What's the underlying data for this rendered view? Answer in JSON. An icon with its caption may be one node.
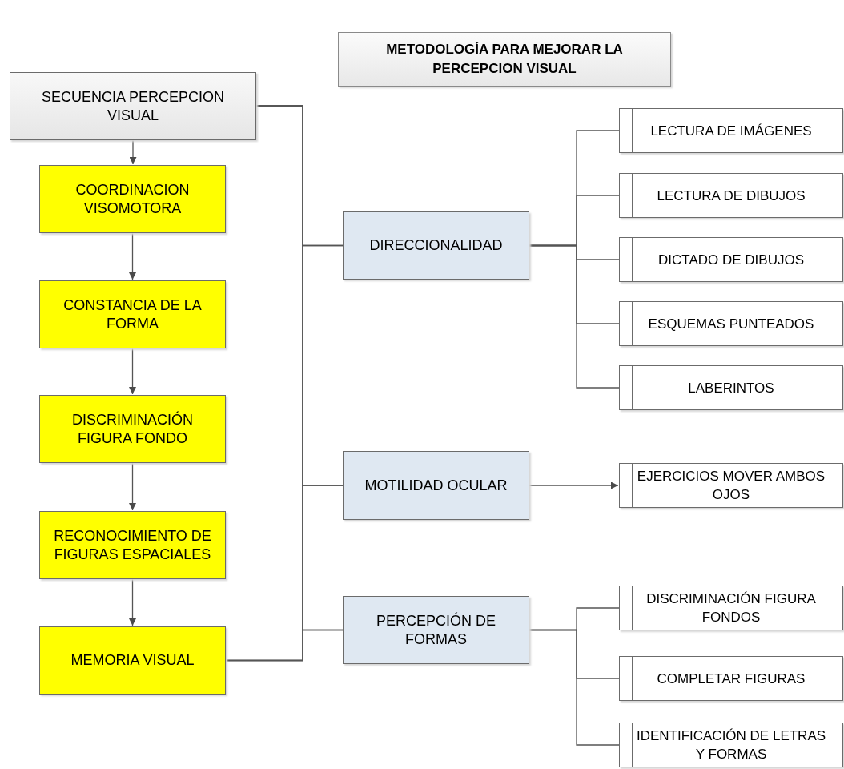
{
  "diagram": {
    "title": "METODOLOGÍA PARA MEJORAR LA PERCEPCION VISUAL",
    "nodes": [
      {
        "text": [
          "SECUENCIA PERCEPCION VISUAL"
        ]
      },
      {
        "text": [
          "COORDINACION VISOMOTORA"
        ]
      },
      {
        "text": [
          "CONSTANCIA DE LA FORMA"
        ]
      },
      {
        "text": [
          "DISCRIMINACIÓN FIGURA FONDO"
        ]
      },
      {
        "text": [
          "RECONOCIMIENTO DE FIGURAS ESPACIALES"
        ]
      },
      {
        "text": [
          "MEMORIA VISUAL"
        ]
      },
      {
        "text": [
          "DIRECCIONALIDAD"
        ]
      },
      {
        "text": [
          "MOTILIDAD OCULAR"
        ]
      },
      {
        "text": [
          "PERCEPCIÓN DE FORMAS"
        ]
      },
      {
        "text": [
          "LECTURA DE IMÁGENES"
        ]
      },
      {
        "text": [
          "LECTURA DE DIBUJOS"
        ]
      },
      {
        "text": [
          "DICTADO DE DIBUJOS"
        ]
      },
      {
        "text": [
          "ESQUEMAS PUNTEADOS"
        ]
      },
      {
        "text": [
          "LABERINTOS"
        ]
      },
      {
        "text": [
          "EJERCICIOS MOVER AMBOS OJOS"
        ]
      },
      {
        "text": [
          "DISCRIMINACIÓN FIGURA FONDOS"
        ]
      },
      {
        "text": [
          "COMPLETAR FIGURAS"
        ]
      },
      {
        "text": [
          "IDENTIFICACIÓN DE LETRAS Y FORMAS"
        ]
      }
    ],
    "edges": [
      {
        "from": 0,
        "to": 1,
        "arrow": "to"
      },
      {
        "from": 1,
        "to": 2,
        "arrow": "to"
      },
      {
        "from": 2,
        "to": 3,
        "arrow": "to"
      },
      {
        "from": 3,
        "to": 4,
        "arrow": "to"
      },
      {
        "from": 4,
        "to": 5,
        "arrow": "to"
      },
      {
        "from": 0,
        "to": 6,
        "arrow": "none"
      },
      {
        "from": 0,
        "to": 7,
        "arrow": "none"
      },
      {
        "from": 0,
        "to": 8,
        "arrow": "none"
      },
      {
        "from": 5,
        "to": 6,
        "arrow": "none"
      },
      {
        "from": 5,
        "to": 7,
        "arrow": "none"
      },
      {
        "from": 5,
        "to": 8,
        "arrow": "none"
      },
      {
        "from": 6,
        "to": 9,
        "arrow": "none"
      },
      {
        "from": 6,
        "to": 10,
        "arrow": "none"
      },
      {
        "from": 6,
        "to": 11,
        "arrow": "none"
      },
      {
        "from": 6,
        "to": 12,
        "arrow": "none"
      },
      {
        "from": 6,
        "to": 13,
        "arrow": "none"
      },
      {
        "from": 7,
        "to": 14,
        "arrow": "to"
      },
      {
        "from": 8,
        "to": 15,
        "arrow": "none"
      },
      {
        "from": 8,
        "to": 16,
        "arrow": "none"
      },
      {
        "from": 8,
        "to": 17,
        "arrow": "none"
      }
    ]
  }
}
